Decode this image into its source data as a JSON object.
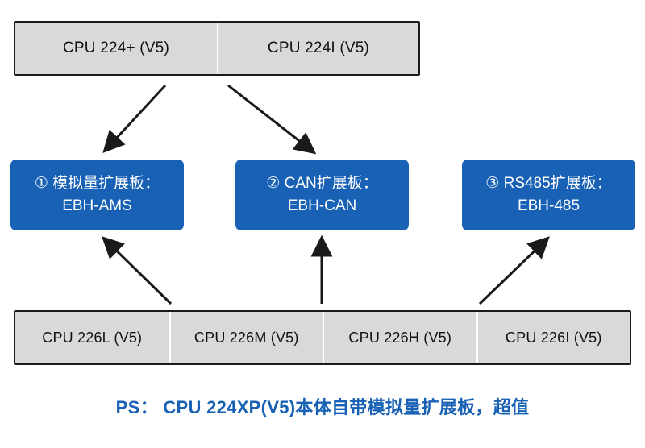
{
  "diagram": {
    "title_text": "",
    "colors": {
      "board_blue": "#1861b5",
      "cpu_gray": "#d9d9d9",
      "outline": "#1a1a1a",
      "arrow": "#1a1a1a",
      "footnote": "#1861b5"
    },
    "top_cpus": [
      {
        "label": "CPU 224+ (V5)"
      },
      {
        "label": "CPU 224I (V5)"
      }
    ],
    "boards": [
      {
        "line1": "① 模拟量扩展板：",
        "line2": "EBH-AMS"
      },
      {
        "line1": "② CAN扩展板：",
        "line2": "EBH-CAN"
      },
      {
        "line1": "③ RS485扩展板：",
        "line2": "EBH-485"
      }
    ],
    "bottom_cpus": [
      {
        "label": "CPU 226L (V5)"
      },
      {
        "label": "CPU 226M (V5)"
      },
      {
        "label": "CPU 226H (V5)"
      },
      {
        "label": "CPU 226I (V5)"
      }
    ],
    "footnote": "PS： CPU 224XP(V5)本体自带模拟量扩展板，超值"
  }
}
